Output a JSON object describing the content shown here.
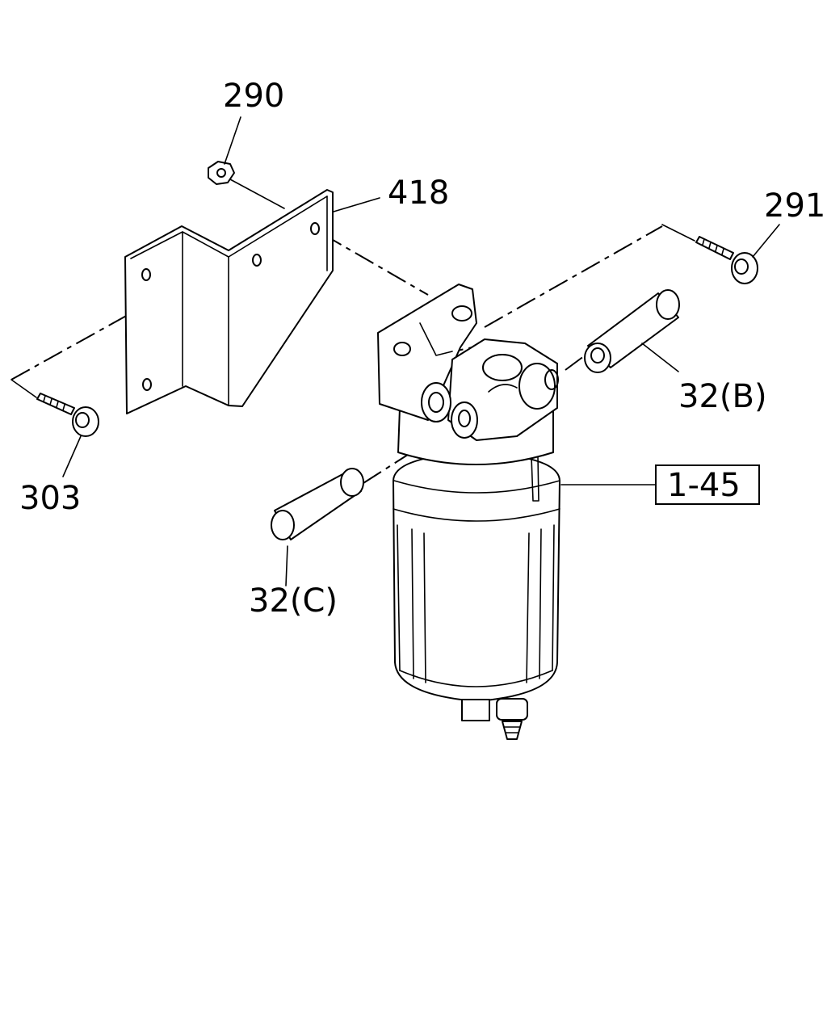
{
  "labels": {
    "p290": "290",
    "p418": "418",
    "p291": "291",
    "p32b": "32(B)",
    "p303": "303",
    "p145": "1-45",
    "p32c": "32(C)"
  },
  "colors": {
    "line": "#000000",
    "background": "#ffffff"
  }
}
